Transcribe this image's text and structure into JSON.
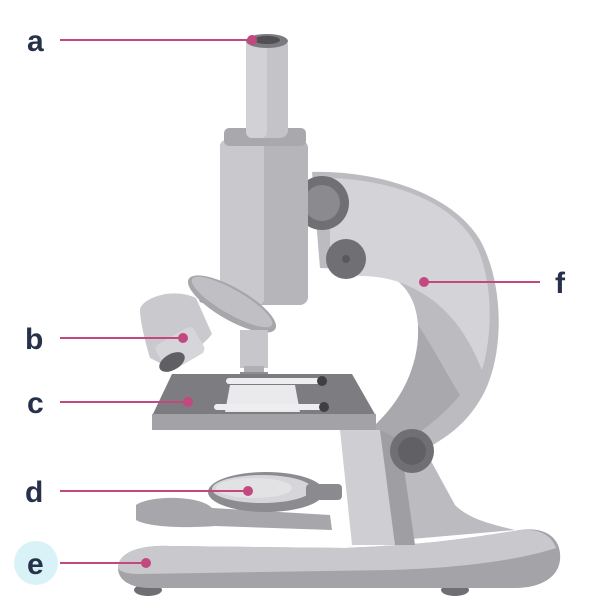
{
  "labels": {
    "a": "a",
    "b": "b",
    "c": "c",
    "d": "d",
    "e": "e",
    "f": "f"
  },
  "colors": {
    "leader_line": "#c2497f",
    "label_text": "#27324a",
    "e_highlight": "#d9f2f7",
    "body_light": "#d3d3d6",
    "body_mid": "#b4b4b8",
    "body_dark": "#8e8e93",
    "body_darkest": "#5e5e63"
  }
}
